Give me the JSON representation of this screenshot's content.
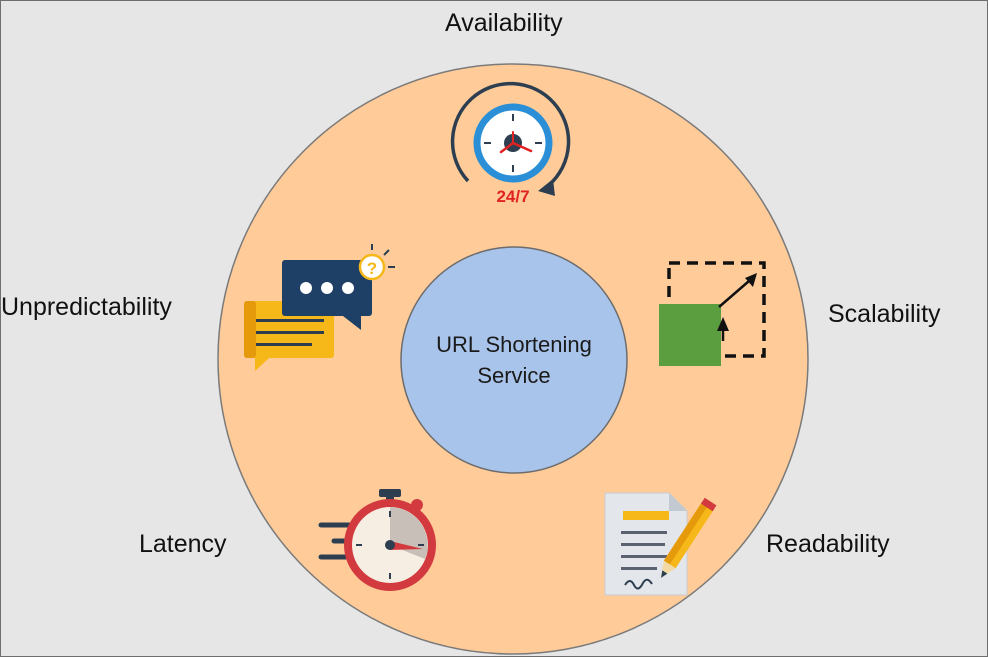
{
  "diagram": {
    "title": "",
    "center": {
      "line1": "URL Shortening",
      "line2": "Service"
    },
    "attributes": [
      {
        "label": "Availability",
        "icon": "clock-24-7-icon"
      },
      {
        "label": "Scalability",
        "icon": "scale-up-icon"
      },
      {
        "label": "Readability",
        "icon": "document-pen-icon"
      },
      {
        "label": "Latency",
        "icon": "stopwatch-icon"
      },
      {
        "label": "Unpredictability",
        "icon": "chat-bubbles-question-icon"
      }
    ],
    "availability_badge": "24/7",
    "colors": {
      "background": "#e6e6e6",
      "outer_ring": "#ffcc99",
      "inner_circle": "#a9c4eb",
      "clock_blue": "#2a8fd6",
      "clock_dark": "#2c3e50",
      "accent_red": "#e02222",
      "scalability_green": "#5a9e3f",
      "chat_navy": "#1e3f66",
      "chat_yellow": "#f6b819",
      "stopwatch_red": "#d23a3f"
    }
  }
}
